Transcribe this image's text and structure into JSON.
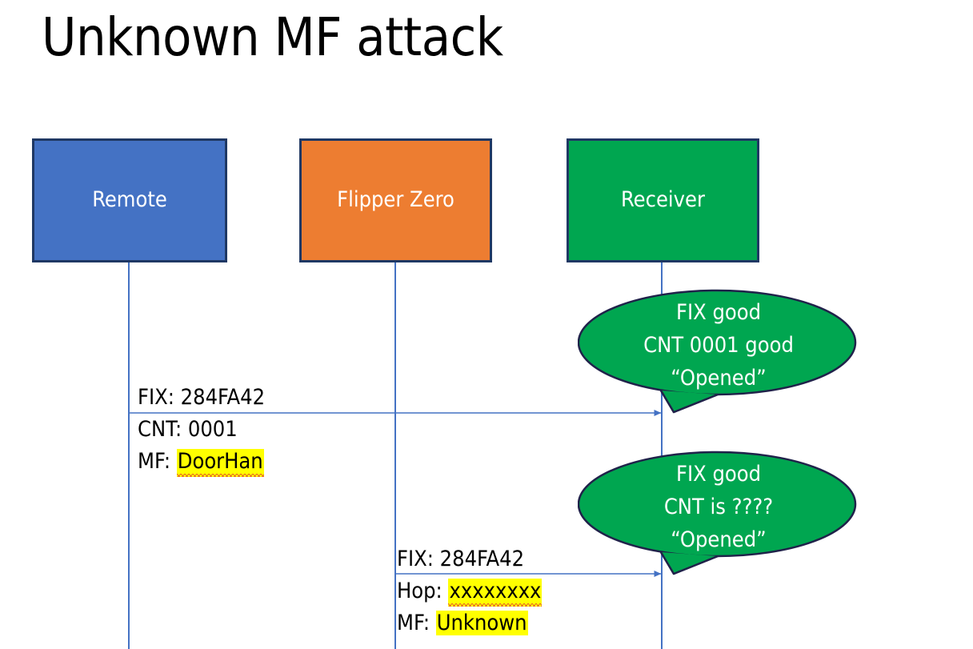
{
  "slide": {
    "title": "Unknown MF attack",
    "background": "#ffffff"
  },
  "colors": {
    "remote_fill": "#4472C4",
    "flipper_fill": "#ED7D31",
    "receiver_fill": "#00A650",
    "box_border": "#1F3864",
    "lifeline": "#4472C4",
    "arrow": "#4472C4",
    "highlight": "#FFFF00",
    "spellcheck_underline": "#E03030",
    "callout_fill": "#00A650",
    "callout_border": "#20224A",
    "text": "#000000",
    "box_label_text": "#ffffff"
  },
  "actors": [
    {
      "id": "remote",
      "label": "Remote"
    },
    {
      "id": "flipper",
      "label": "Flipper Zero"
    },
    {
      "id": "receiver",
      "label": "Receiver"
    }
  ],
  "messages": [
    {
      "id": "msg-remote-to-receiver",
      "from": "remote",
      "to": "receiver",
      "lines": [
        {
          "label": "FIX: ",
          "value": "284FA42",
          "highlight": false,
          "spellcheck": false
        },
        {
          "label": "CNT: ",
          "value": "0001",
          "highlight": false,
          "spellcheck": false
        },
        {
          "label": "MF: ",
          "value": "DoorHan",
          "highlight": true,
          "spellcheck": true
        }
      ]
    },
    {
      "id": "msg-flipper-to-receiver",
      "from": "flipper",
      "to": "receiver",
      "lines": [
        {
          "label": "FIX: ",
          "value": "284FA42",
          "highlight": false,
          "spellcheck": false
        },
        {
          "label": "Hop: ",
          "value": "xxxxxxxx",
          "highlight": true,
          "spellcheck": true
        },
        {
          "label": "MF: ",
          "value": "Unknown",
          "highlight": true,
          "spellcheck": false
        }
      ]
    }
  ],
  "callouts": [
    {
      "id": "callout-first-reception",
      "lines": [
        "FIX good",
        "CNT 0001 good",
        "“Opened”"
      ]
    },
    {
      "id": "callout-second-reception",
      "lines": [
        "FIX good",
        "CNT is ????",
        "“Opened”"
      ]
    }
  ]
}
